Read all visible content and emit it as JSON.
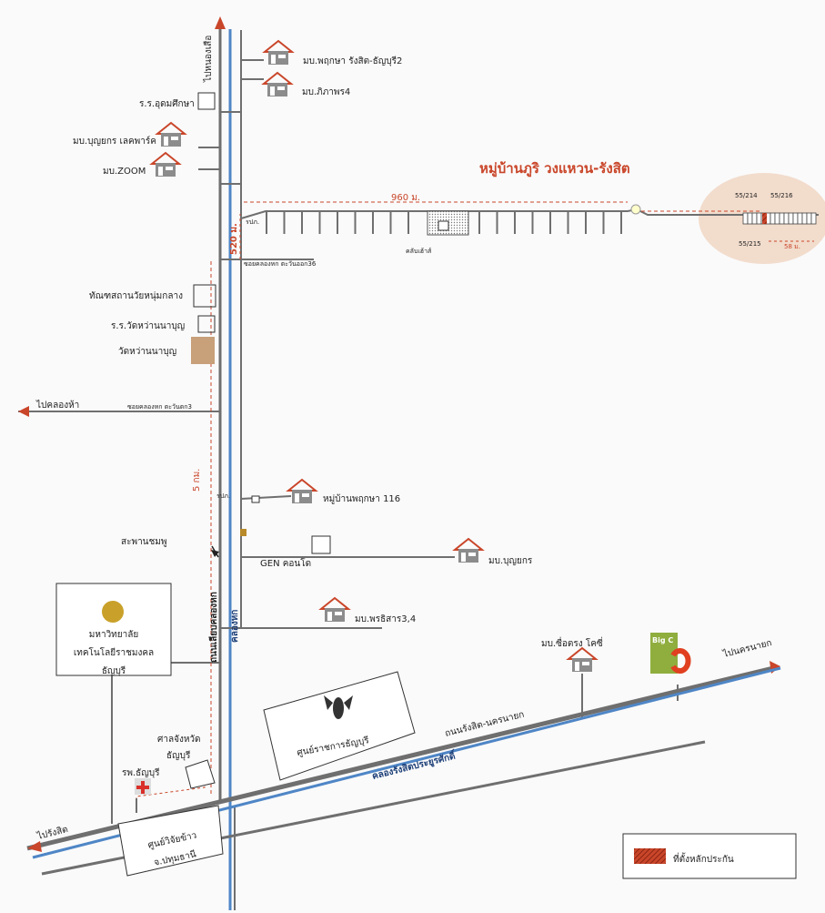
{
  "title": "หมู่บ้านภูริ วงแหวน-รังสิต",
  "directions": {
    "north": "ไปหนองเสือ",
    "west_khlong5": "ไปคลองห้า",
    "rangsit": "ไปรังสิต",
    "nakhon_nayok": "ไปนครนายก"
  },
  "villages": [
    {
      "label": "มบ.พฤกษา รังสิต-ธัญบุรี2"
    },
    {
      "label": "มบ.ภิภาพร4"
    },
    {
      "label": "มบ.บุญยกร เลคพาร์ค"
    },
    {
      "label": "มบ.ZOOM"
    },
    {
      "label": "หมู่บ้านพฤกษา 116"
    },
    {
      "label": "มบ.บุญยกร"
    },
    {
      "label": "มบ.พรธิสาร3,4"
    },
    {
      "label": "มบ.ซื่อตรง โคซี่"
    }
  ],
  "places": {
    "school_udom": "ร.ร.อุดมศึกษา",
    "prison": "ทัณฑสถานวัยหนุ่มกลาง",
    "school_wat": "ร.ร.วัดหว่านนาบุญ",
    "temple": "วัดหว่านนาบุญ",
    "club": "คลับเฮ้าส์",
    "post1": "รปภ.",
    "post2": "รปภ.",
    "gen_condo": "GEN คอนโด",
    "bridge": "สะพานชมพู",
    "university": [
      "มหาวิทยาลัย",
      "เทคโนโลยีราชมงคล",
      "ธัญบุรี"
    ],
    "court": [
      "ศาลจังหวัด",
      "ธัญบุรี"
    ],
    "hospital": "รพ.ธัญบุรี",
    "gov_center": "ศูนย์ราชการธัญบุรี",
    "rice_center": [
      "ศูนย์วิจัยข้าว",
      "จ.ปทุมธานี"
    ],
    "bigc": "Big C"
  },
  "roads": {
    "soi36": "ซอยคลองหก ตะวันออก36",
    "soi3": "ซอยคลองหก ตะวันตก3",
    "parallel_road": "ถนนเลียบคลองหก",
    "canal6": "คลองหก",
    "main_road": "ถนนรังสิต-นครนายก",
    "main_canal": "คลองรังสิตประยูรศักดิ์"
  },
  "distances": {
    "d960": "960 ม.",
    "d520": "520 ม.",
    "d5km": "5 กม.",
    "d58": "58 ม."
  },
  "lots": {
    "a": "55/214",
    "b": "55/216",
    "c": "55/215"
  },
  "legend": {
    "label": "ที่ตั้งหลักประกัน"
  },
  "colors": {
    "road": "#6f6f6f",
    "canal": "#4f86c6",
    "accent": "#c9462a",
    "highlight": "#f2dccc"
  }
}
